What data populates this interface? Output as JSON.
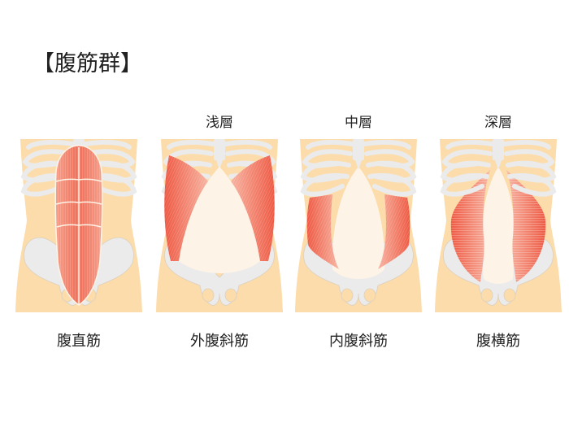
{
  "title": "【腹筋群】",
  "colors": {
    "skin": "#fcdcaa",
    "bone": "#ebebeb",
    "bone_outline": "#d8c8b0",
    "muscle": "#f0806a",
    "muscle_dark": "#e8503c",
    "fascia": "#fdf3e6"
  },
  "panels": [
    {
      "layer": "",
      "caption": "腹直筋",
      "muscle": "rectus-abdominis"
    },
    {
      "layer": "浅層",
      "caption": "外腹斜筋",
      "muscle": "external-oblique"
    },
    {
      "layer": "中層",
      "caption": "内腹斜筋",
      "muscle": "internal-oblique"
    },
    {
      "layer": "深層",
      "caption": "腹横筋",
      "muscle": "transversus-abdominis"
    }
  ]
}
